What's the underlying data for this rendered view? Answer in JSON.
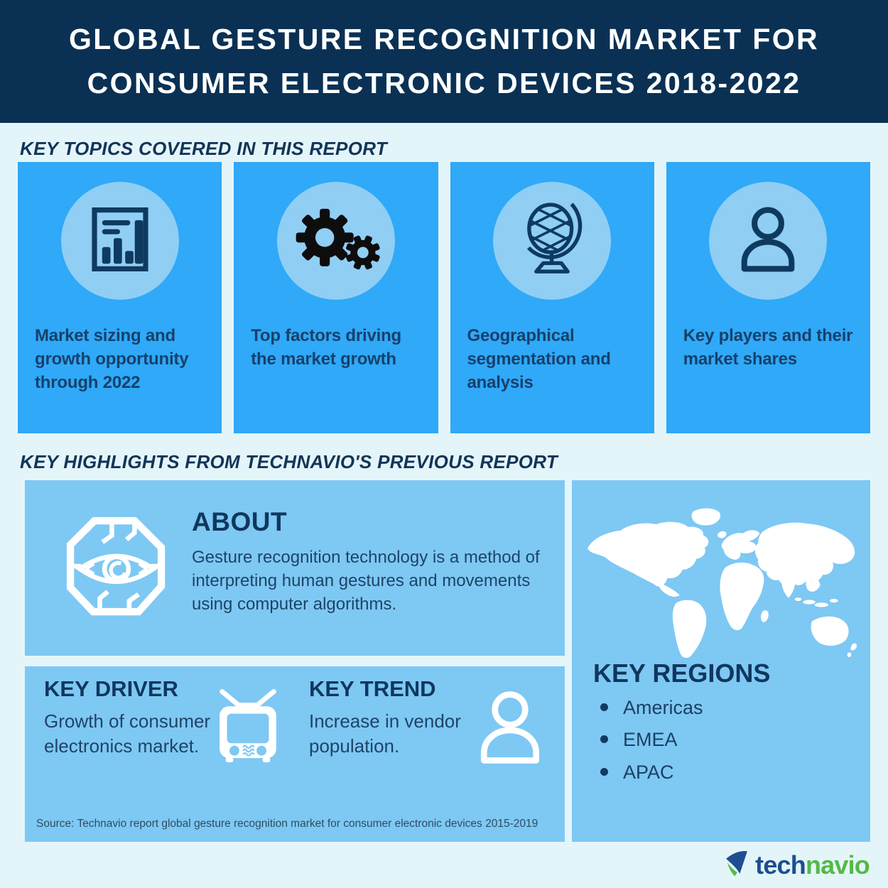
{
  "header": {
    "title_line1": "GLOBAL GESTURE RECOGNITION MARKET FOR",
    "title_line2": "CONSUMER ELECTRONIC DEVICES 2018-2022"
  },
  "key_topics": {
    "heading": "KEY TOPICS COVERED IN THIS REPORT",
    "cards": [
      {
        "icon": "bar-chart-report-icon",
        "label": "Market sizing and growth opportunity through 2022"
      },
      {
        "icon": "gears-icon",
        "label": "Top factors driving the market growth"
      },
      {
        "icon": "desk-globe-icon",
        "label": "Geographical segmentation and analysis"
      },
      {
        "icon": "person-icon",
        "label": "Key players and their market shares"
      }
    ]
  },
  "key_highlights": {
    "heading": "KEY HIGHLIGHTS FROM TECHNAVIO'S PREVIOUS REPORT",
    "about": {
      "title": "ABOUT",
      "text": "Gesture recognition technology is a method of interpreting human gestures and movements using computer algorithms.",
      "icon": "gesture-eye-chip-icon"
    },
    "key_driver": {
      "title": "KEY DRIVER",
      "text": "Growth of consumer electronics market.",
      "icon": "tv-icon"
    },
    "key_trend": {
      "title": "KEY TREND",
      "text": "Increase in vendor population.",
      "icon": "person-icon"
    },
    "key_regions": {
      "title": "KEY REGIONS",
      "items": [
        "Americas",
        "EMEA",
        "APAC"
      ],
      "icon": "world-map"
    },
    "source": "Source: Technavio report global gesture recognition market for consumer electronic devices 2015-2019"
  },
  "brand": {
    "name_part1": "tech",
    "name_part2": "navio"
  },
  "colors": {
    "header_bg": "#0A3154",
    "page_bg": "#E4F5F9",
    "topic_card": "#2FA9F8",
    "topic_circle": "#90CEF4",
    "panel": "#7EC8F4",
    "navy_text": "#10375D",
    "logo_blue": "#1D4E91",
    "logo_green": "#53B948"
  }
}
